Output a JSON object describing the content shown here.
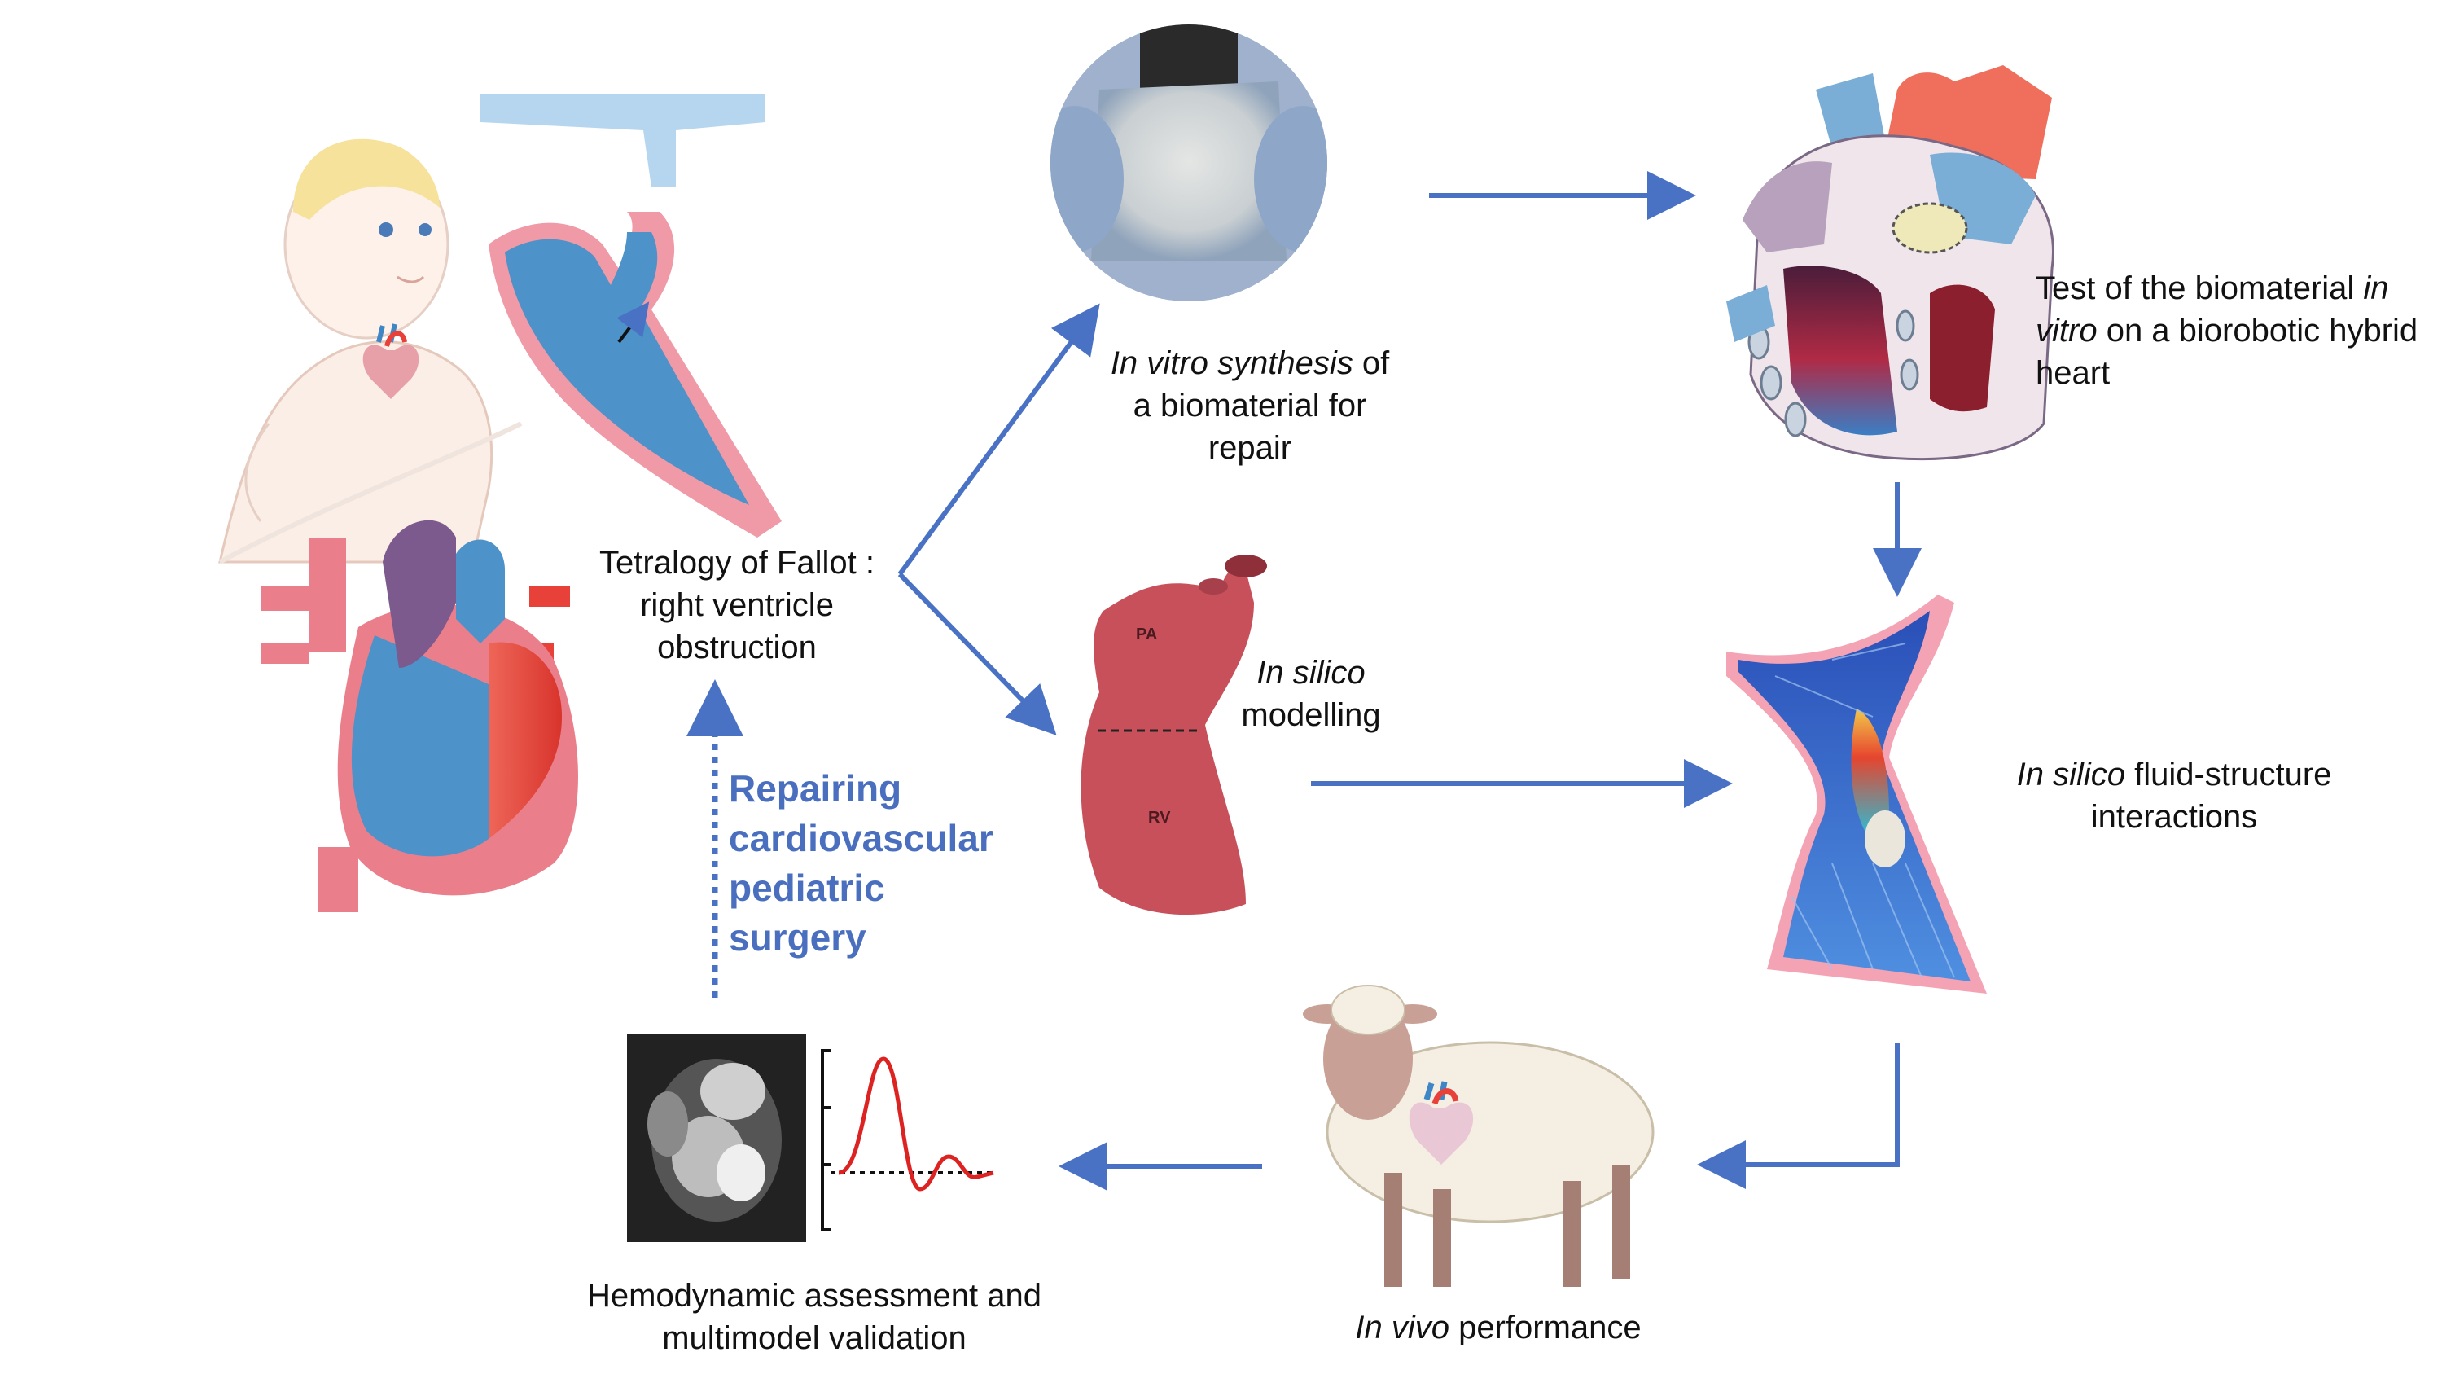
{
  "labels": {
    "fallot": [
      "Tetralogy of Fallot :",
      "right ventricle",
      "obstruction"
    ],
    "invitro": {
      "italic": "In vitro synthesis",
      "rest1": " of",
      "line2": "a biomaterial for",
      "line3": "repair"
    },
    "biorobotic": {
      "line1a": "Test of the biomaterial ",
      "line1b": "in",
      "line2a": "vitro",
      "line2b": " on a biorobotic hybrid",
      "line3": "heart"
    },
    "insilico_model": {
      "italic": "In silico",
      "line2": "modelling"
    },
    "fsi": {
      "italic": "In silico",
      "rest1": " fluid-structure",
      "line2": "interactions"
    },
    "invivo": {
      "italic": "In vivo",
      "rest": " performance"
    },
    "hemo": [
      "Hemodynamic assessment and",
      "multimodel validation"
    ],
    "side_title": [
      "Repairing",
      "cardiovascular",
      "pediatric",
      "surgery"
    ],
    "rv_labels": {
      "pa": "PA",
      "rv": "RV"
    }
  },
  "colors": {
    "arrow": "#4a72c4",
    "title": "#4a6fbf",
    "heart_red": "#e8413a",
    "heart_blue": "#3e86c6",
    "heart_purple": "#7d5a8e",
    "rv_model": "#c8505a",
    "pulse_red": "#dd2222"
  },
  "icons": [
    "baby-illustration",
    "fallot-heart-section",
    "heart-anatomy",
    "biomaterial-patch-photo",
    "biorobotic-heart",
    "rv-3d-model",
    "flow-simulation",
    "sheep-illustration",
    "mri-scan",
    "pressure-waveform"
  ]
}
